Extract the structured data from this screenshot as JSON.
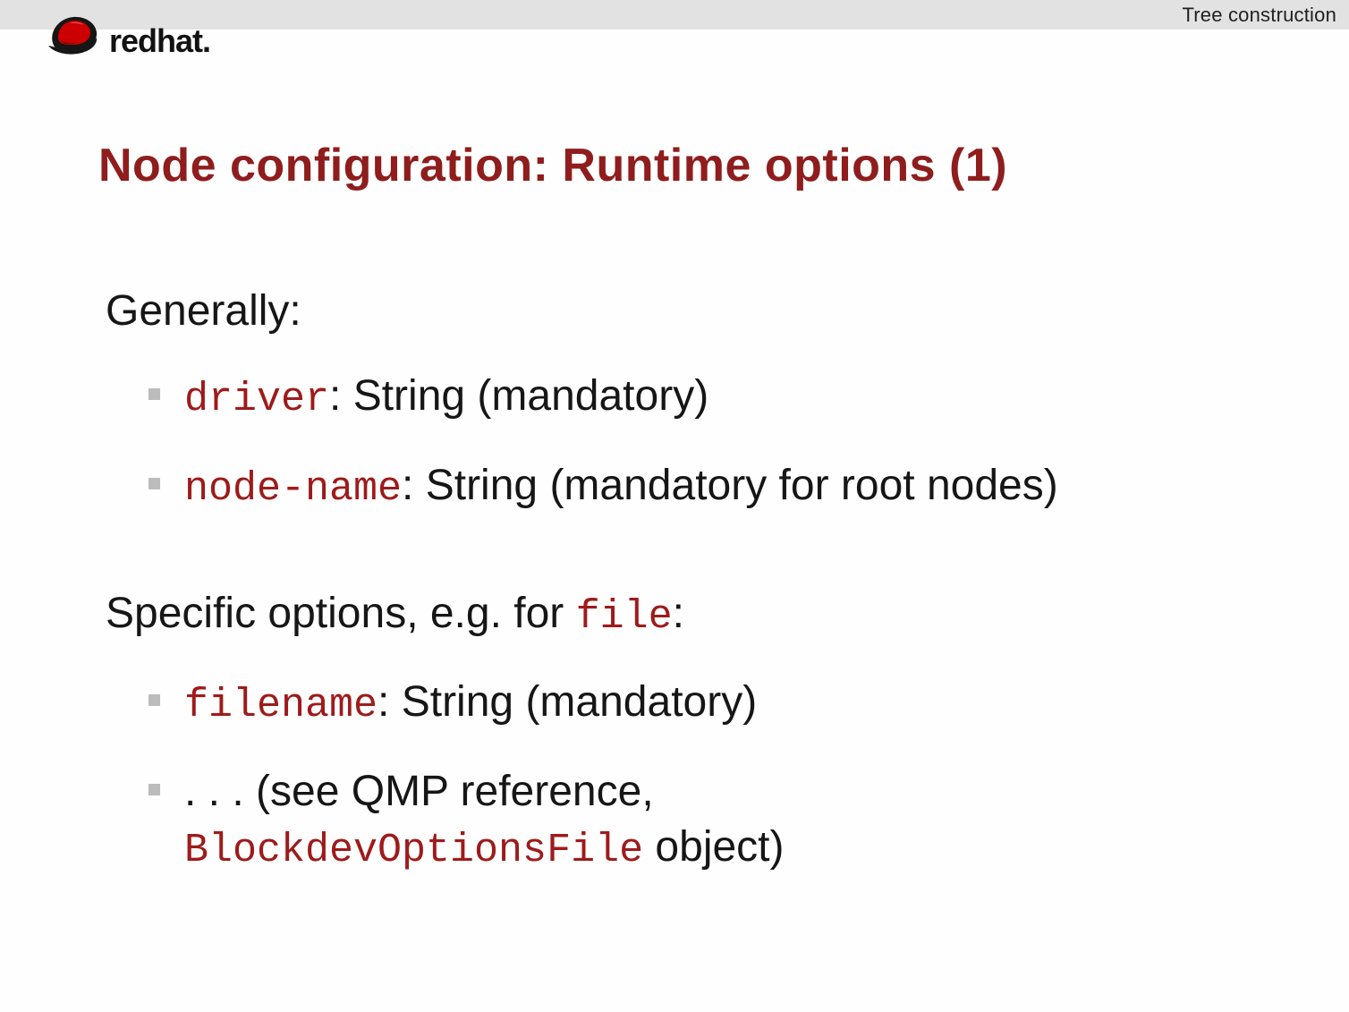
{
  "header": {
    "section_title": "Tree construction",
    "logo": {
      "brand_bold": "red",
      "brand_rest": "hat."
    }
  },
  "slide": {
    "title": "Node configuration: Runtime options (1)",
    "groups": [
      {
        "lead_parts": [
          {
            "text": "Generally:",
            "style": "plain"
          }
        ],
        "bullets": [
          {
            "lines": [
              [
                {
                  "text": "driver",
                  "style": "code"
                },
                {
                  "text": ": String (mandatory)",
                  "style": "plain"
                }
              ]
            ]
          },
          {
            "lines": [
              [
                {
                  "text": "node-name",
                  "style": "code"
                },
                {
                  "text": ": String (mandatory for root nodes)",
                  "style": "plain"
                }
              ]
            ]
          }
        ]
      },
      {
        "lead_parts": [
          {
            "text": "Specific options, e.g. for ",
            "style": "plain"
          },
          {
            "text": "file",
            "style": "code"
          },
          {
            "text": ":",
            "style": "plain"
          }
        ],
        "bullets": [
          {
            "lines": [
              [
                {
                  "text": "filename",
                  "style": "code"
                },
                {
                  "text": ": String (mandatory)",
                  "style": "plain"
                }
              ]
            ]
          },
          {
            "lines": [
              [
                {
                  "text": ". . . (see QMP reference,",
                  "style": "plain"
                }
              ],
              [
                {
                  "text": "BlockdevOptionsFile",
                  "style": "code"
                },
                {
                  "text": " object)",
                  "style": "plain"
                }
              ]
            ]
          }
        ]
      }
    ]
  },
  "colors": {
    "topbar_background": "#e2e2e2",
    "title_red": "#8f1d1d",
    "code_red": "#9e1b1b",
    "bullet_gray": "#bcbcbc",
    "hat_red": "#cc0000",
    "text_black": "#161616"
  }
}
